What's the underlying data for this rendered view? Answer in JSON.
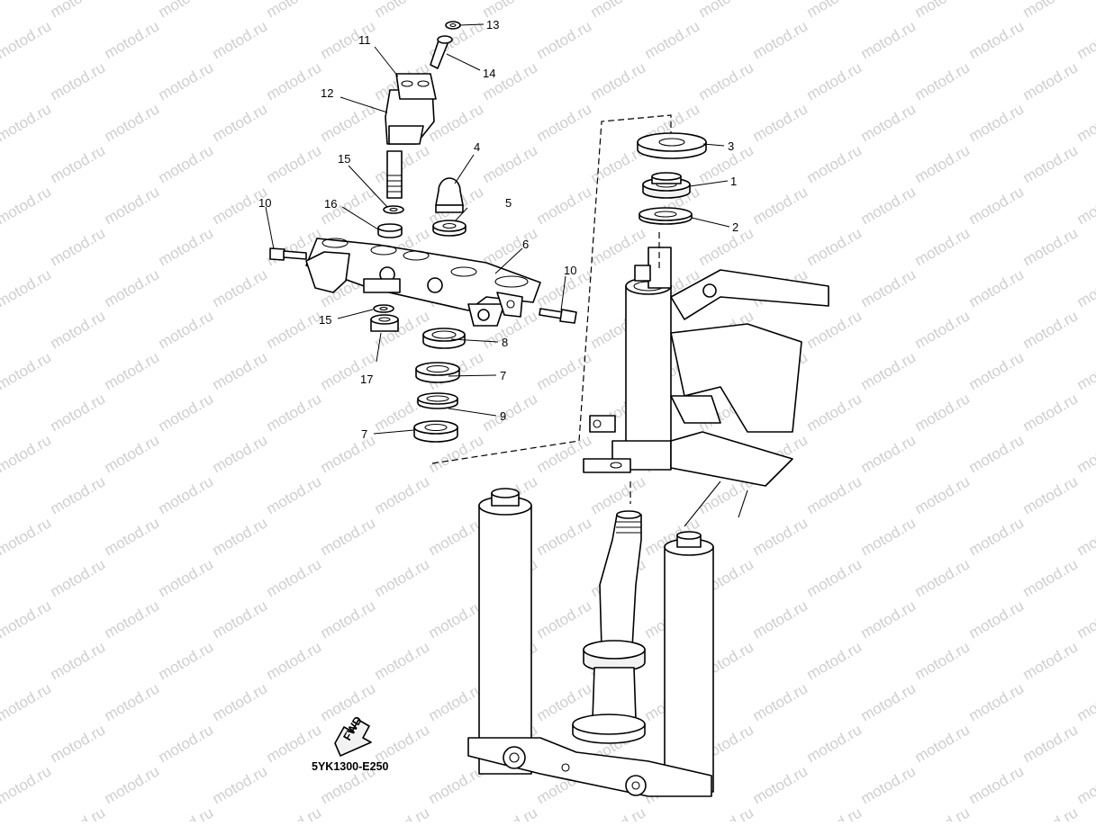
{
  "watermark": "motod.ru",
  "diagram_code": "5YK1300-E250",
  "fwd_label": "FWD",
  "callouts": [
    {
      "id": "c13",
      "text": "13"
    },
    {
      "id": "c11",
      "text": "11"
    },
    {
      "id": "c14",
      "text": "14"
    },
    {
      "id": "c12",
      "text": "12"
    },
    {
      "id": "c4",
      "text": "4"
    },
    {
      "id": "c15a",
      "text": "15"
    },
    {
      "id": "c5",
      "text": "5"
    },
    {
      "id": "c16",
      "text": "16"
    },
    {
      "id": "c10a",
      "text": "10"
    },
    {
      "id": "c6",
      "text": "6"
    },
    {
      "id": "c10b",
      "text": "10"
    },
    {
      "id": "c15b",
      "text": "15"
    },
    {
      "id": "c8",
      "text": "8"
    },
    {
      "id": "c17",
      "text": "17"
    },
    {
      "id": "c7a",
      "text": "7"
    },
    {
      "id": "c9",
      "text": "9"
    },
    {
      "id": "c7b",
      "text": "7"
    },
    {
      "id": "c3",
      "text": "3"
    },
    {
      "id": "c1",
      "text": "1"
    },
    {
      "id": "c2",
      "text": "2"
    }
  ],
  "colors": {
    "line": "#000000",
    "watermark": "#cfcfcf",
    "background": "#ffffff"
  }
}
